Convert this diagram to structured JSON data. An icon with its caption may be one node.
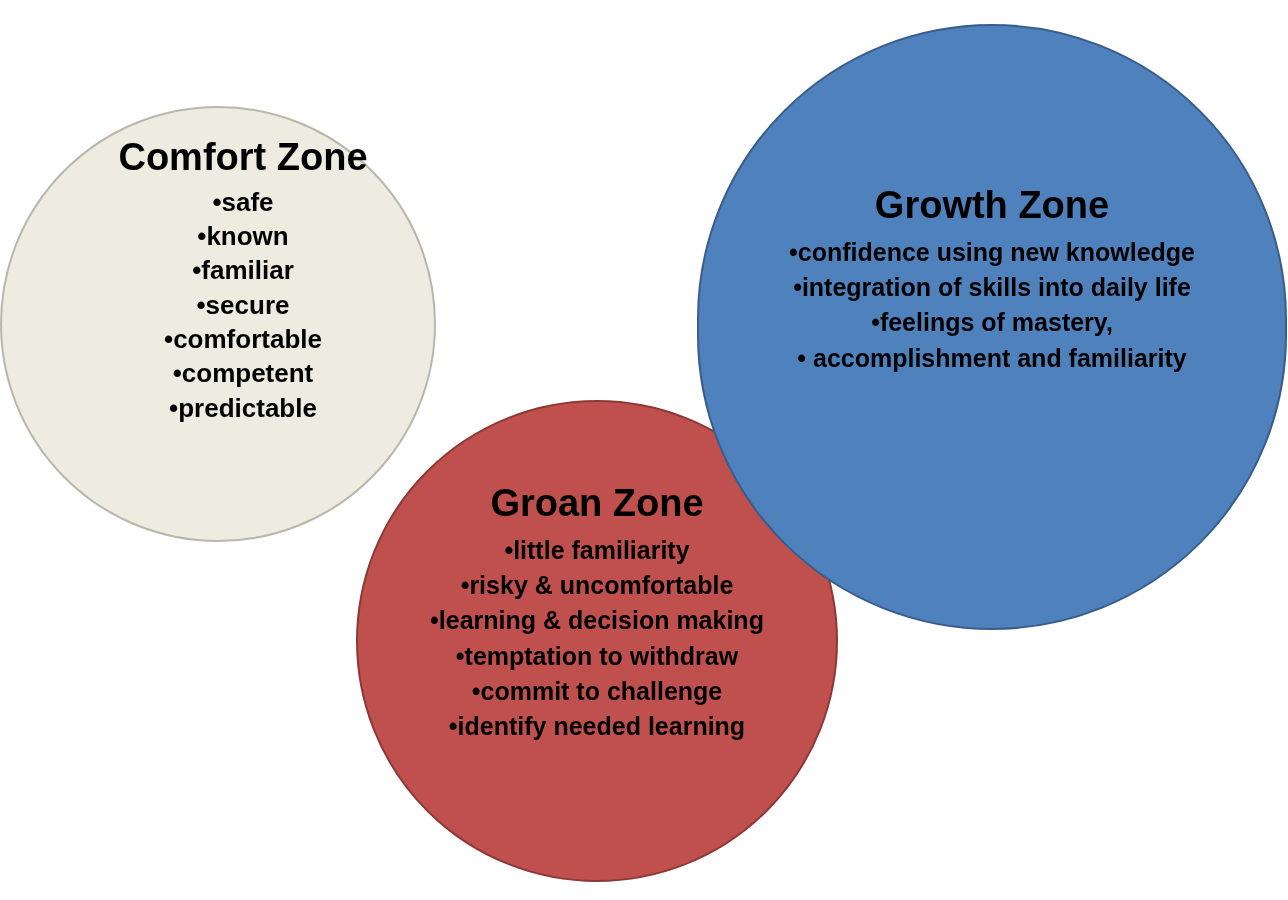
{
  "diagram": {
    "nodes": [
      {
        "text": [
          "Comfort Zone",
          "•safe",
          "•known",
          "•familiar",
          "•secure",
          "•comfortable",
          "•competent",
          "•predictable"
        ]
      },
      {
        "text": [
          "Groan Zone",
          "•little familiarity",
          "•risky & uncomfortable",
          "•learning & decision making",
          "•temptation to withdraw",
          "•commit to challenge",
          "•identify needed learning"
        ]
      },
      {
        "text": [
          "Growth Zone",
          "•confidence using new knowledge",
          "•integration of skills into daily life",
          "•feelings of mastery,",
          "• accomplishment and familiarity"
        ]
      }
    ]
  }
}
